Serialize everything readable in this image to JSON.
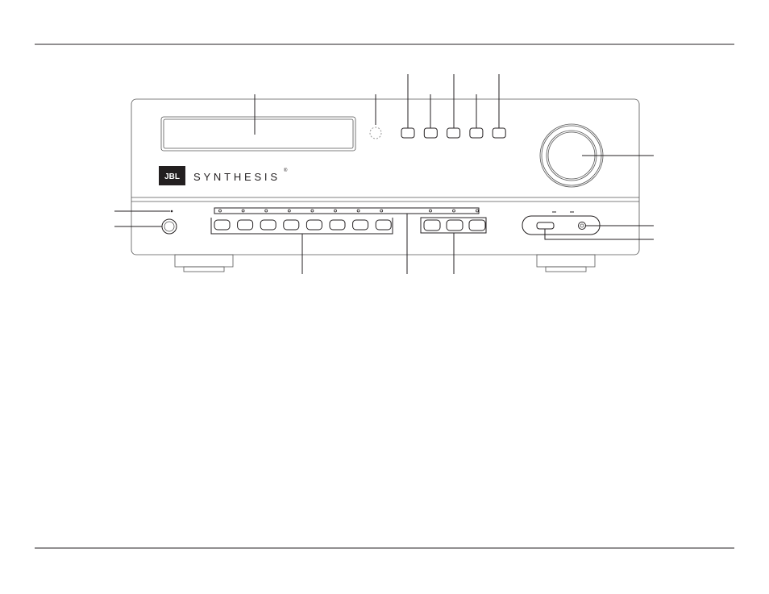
{
  "logo": {
    "brand": "JBL",
    "model": "SYNTHESIS",
    "mark": "®"
  },
  "colors": {
    "line": "#231f20",
    "logo_bg": "#231f20"
  },
  "counts": {
    "top_buttons": 5,
    "source_buttons": 8,
    "indicator_leds": 11,
    "right_buttons": 3
  }
}
